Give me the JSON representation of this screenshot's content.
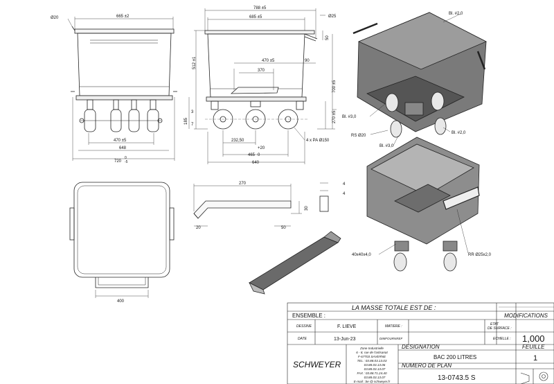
{
  "views": {
    "front": {
      "dims": {
        "dia20": "Ø20",
        "w665": "665 ±2",
        "w470": "470 ±5",
        "w648": "648",
        "w720": "720",
        "tol720": "0\n-5"
      }
    },
    "side": {
      "dims": {
        "w788": "788 ±5",
        "w685": "685 ±5",
        "dia25": "Ø25",
        "h50": "50",
        "h512": "512 ±1",
        "w470": "470 ±5",
        "w90": "90",
        "w370": "370",
        "h700": "700 ±5",
        "h185": "185",
        "h270": "270 ±5",
        "h3": "3",
        "h7": "7",
        "w232": "232,50",
        "tolplus20": "+20",
        "w465": "465",
        "tol0": "0",
        "w640": "640",
        "wheels": "4 x PA Ø150"
      }
    },
    "top": {
      "dims": {
        "w400": "400"
      }
    },
    "chute": {
      "dims": {
        "w270": "270",
        "h30": "30",
        "w20": "20",
        "w50": "50",
        "t4a": "4",
        "t4b": "4"
      }
    },
    "iso": {
      "labels": {
        "bl20_top": "Bl. #2,0",
        "bl30_left": "Bl. #3,0",
        "rs20": "RS Ø20",
        "bl30_bottom": "Bl. #3,0",
        "bl20_right": "Bl. #2,0",
        "tube40": "40x40x4,0",
        "rr25": "RR Ø25x2,0"
      }
    }
  },
  "titleblock": {
    "mass": "LA MASSE TOTALE EST DE :",
    "ensemble": "ENSEMBLE :",
    "modifications": "MODIFICATIONS",
    "dessine_label": "DESSINE",
    "dessine_value": "F. LIEVE",
    "matiere_label": "MATIERE :",
    "etat_label": "ETAT\nDE SURFACE :",
    "date_label": "DATE",
    "date_value": "13-Jun-23",
    "dimfournref_label": "DIMFOURNREF",
    "echelle_label": "ECHELLE :",
    "echelle_value": "1,000",
    "company": "SCHWEYER",
    "address": [
      "Zone Industrielle",
      "6 - 8, rue de l'artisanat",
      "F-67703 SAVERNE",
      "TEL : 03.88.03.13.03",
      "03.88.03.13.06",
      "03.88.03.13.07",
      "FAX : 03.88.71.24.40",
      "03.88.03.13.07",
      "E-mail : be @ schweyer.fr"
    ],
    "designation_label": "DESIGNATION",
    "designation_value": "BAC 200 LITRES",
    "feuille_label": "FEUILLE",
    "feuille_value": "1",
    "numero_label": "NUMERO DE PLAN",
    "numero_value": "13-0743.5 S"
  }
}
